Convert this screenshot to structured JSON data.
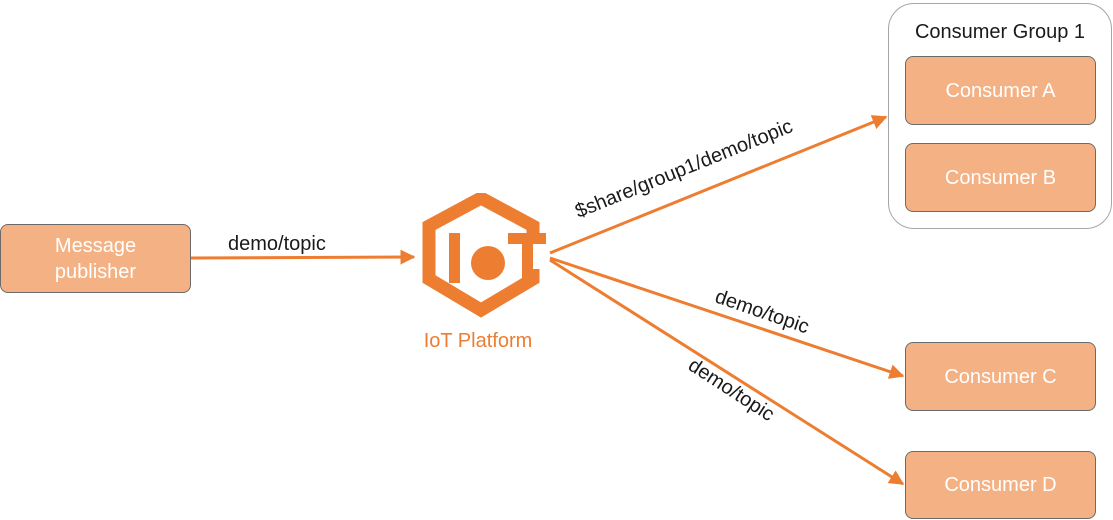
{
  "publisher": {
    "label_line1": "Message",
    "label_line2": "publisher"
  },
  "platform": {
    "label": "IoT Platform",
    "icon": "iot-hexagon-icon"
  },
  "group": {
    "title": "Consumer Group 1",
    "consumers": [
      "Consumer A",
      "Consumer B"
    ]
  },
  "consumers": {
    "c": "Consumer C",
    "d": "Consumer D"
  },
  "edges": {
    "publish_topic": "demo/topic",
    "shared_topic": "$share/group1/demo/topic",
    "topic_c": "demo/topic",
    "topic_d": "demo/topic"
  },
  "colors": {
    "accent": "#ed7d31",
    "box_fill": "#f4b183",
    "box_text": "#ffffff"
  }
}
